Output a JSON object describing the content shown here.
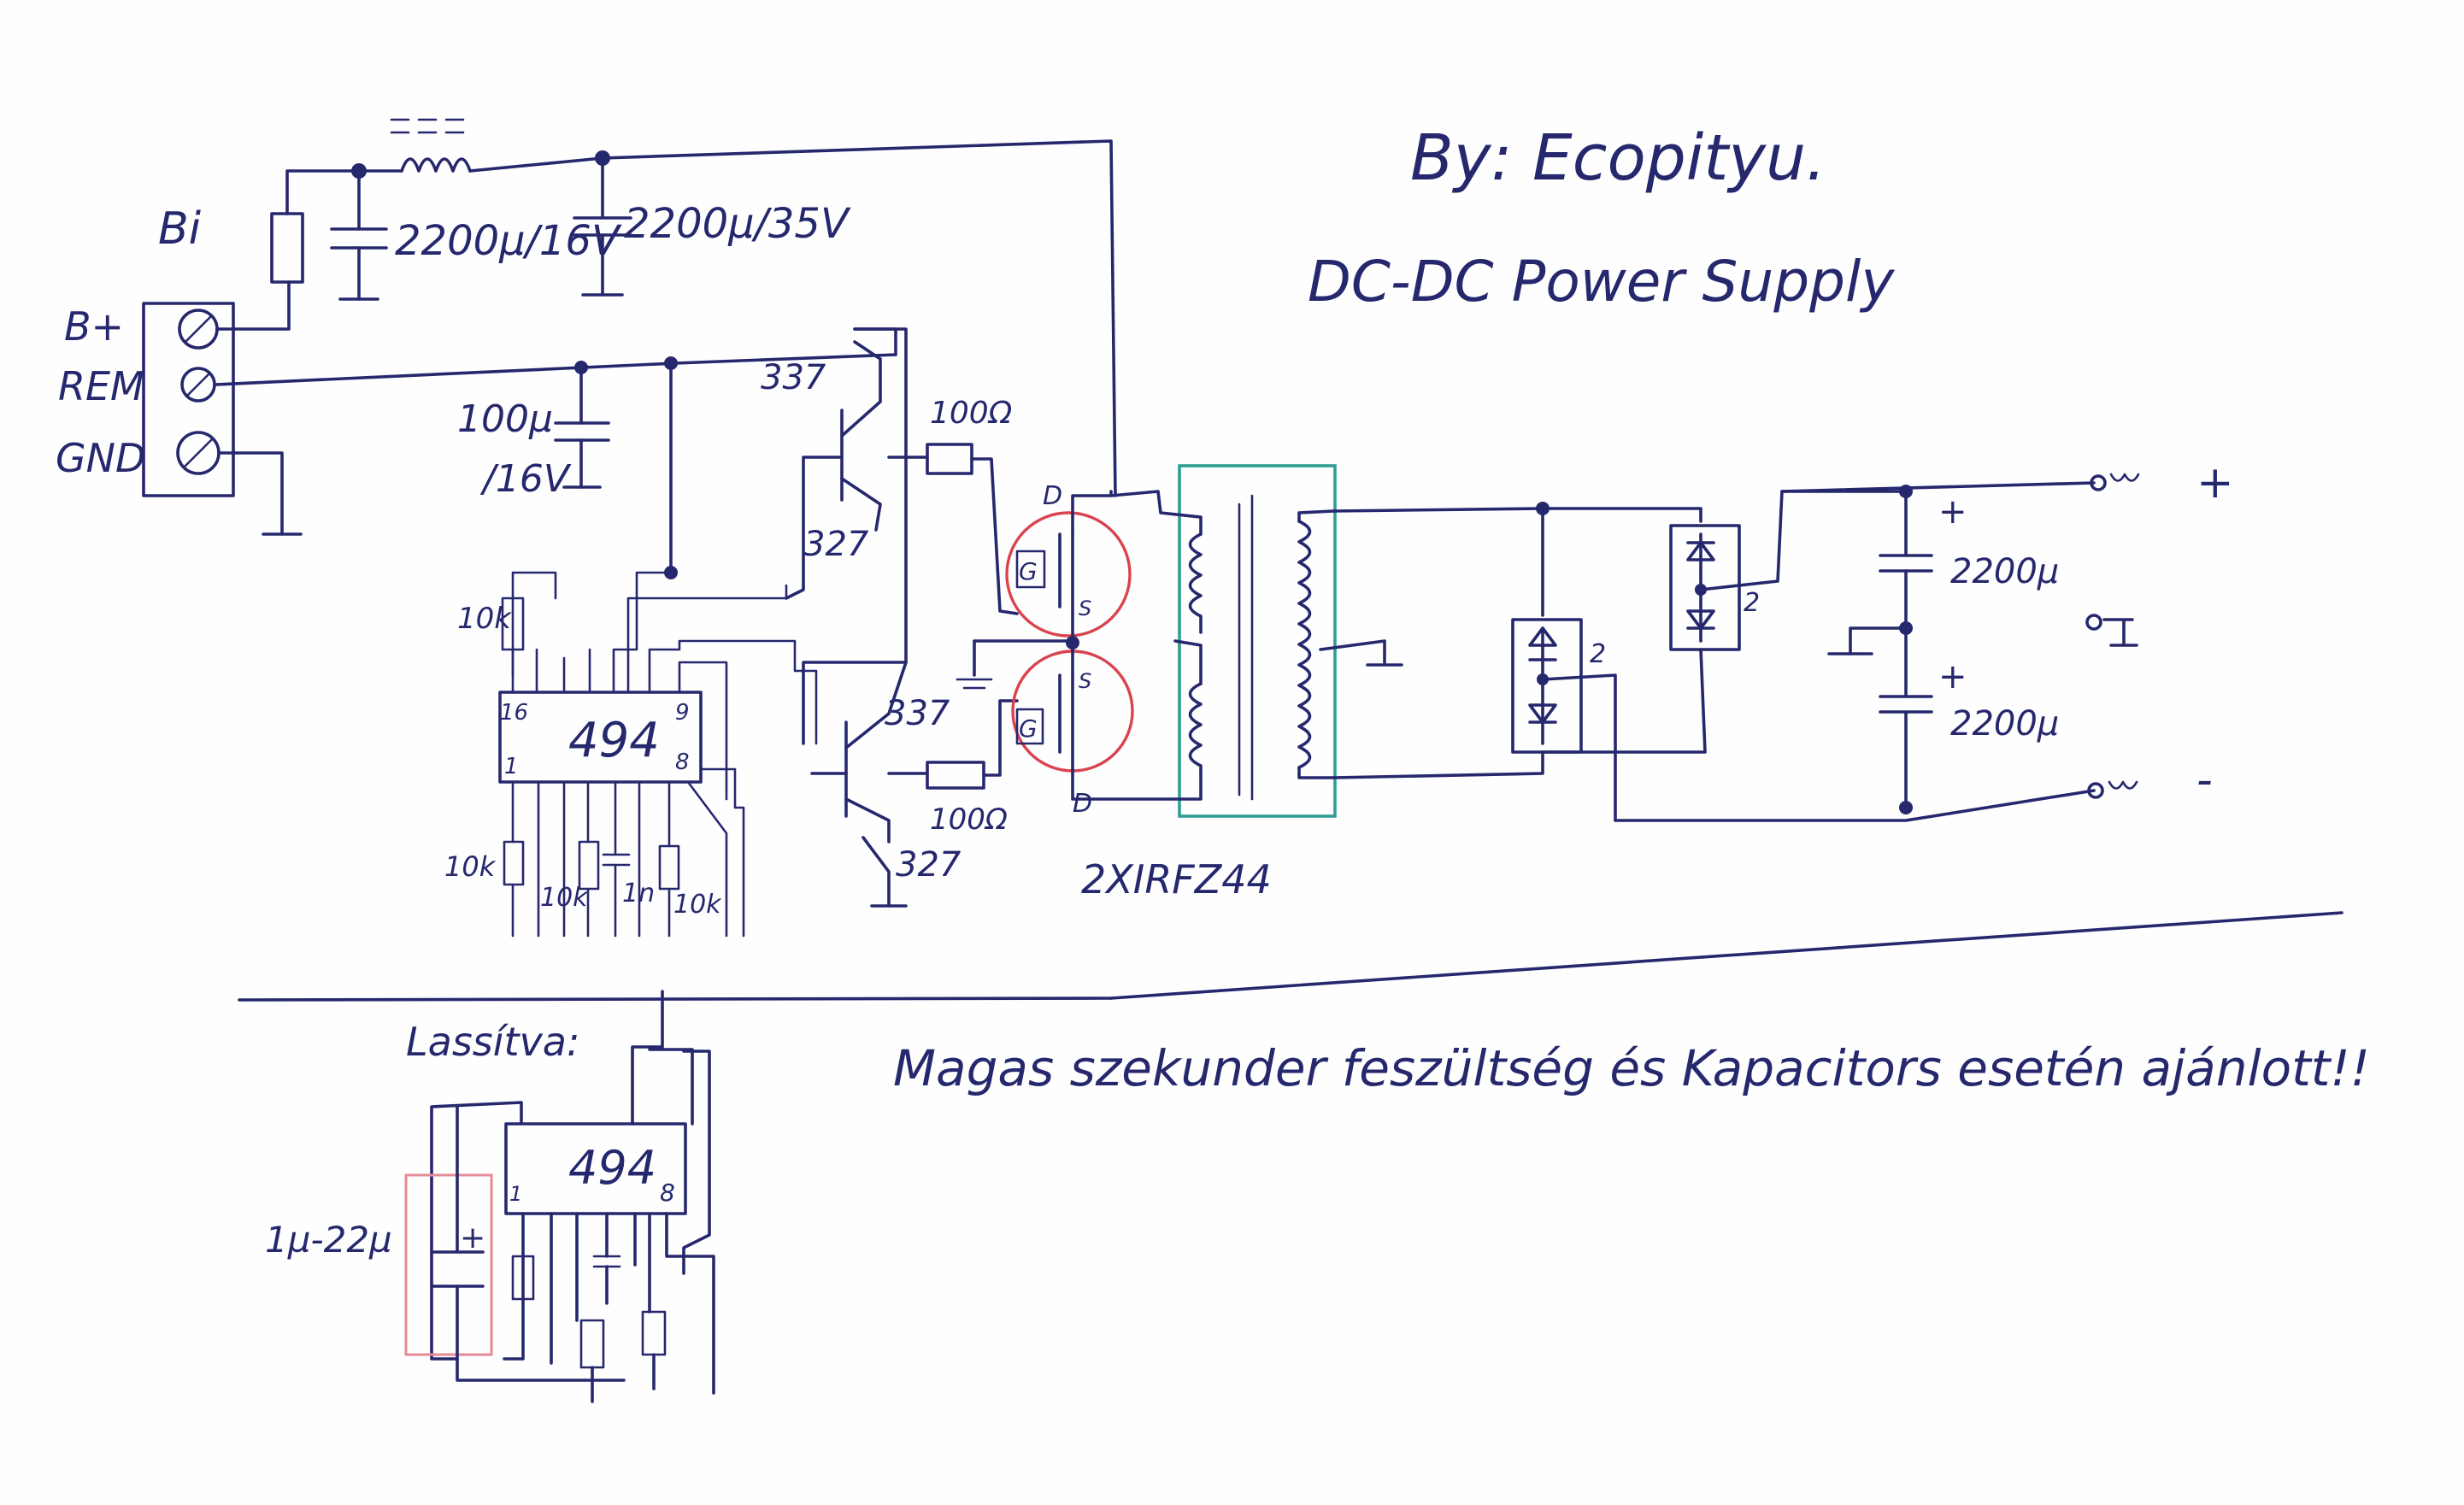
{
  "header": {
    "author": "By: Ecopityu.",
    "title": "DC-DC Power Supply"
  },
  "connector": {
    "pins": [
      "B+",
      "REM",
      "GND"
    ]
  },
  "labels": {
    "fuse": "Bi",
    "c_in1": "2200µ/16V",
    "c_in2": "2200µ/35V",
    "c_rem_val": "100µ",
    "c_rem_volt": "/16V",
    "q_npn_top": "337",
    "q_pnp_top": "327",
    "r_gate_top": "100Ω",
    "q_npn_bot": "337",
    "q_pnp_bot": "327",
    "r_gate_bot": "100Ω",
    "r_pin16": "10k",
    "ic_name": "494",
    "ic_pin16": "16",
    "ic_pin9": "9",
    "ic_pin1": "1",
    "ic_pin8": "8",
    "r_bot1": "10k",
    "r_bot2": "10k",
    "c_bot": "1n",
    "r_bot3": "10k",
    "mosfet_part": "2XIRFZ44",
    "gate_top": "G",
    "gate_bot": "G",
    "drain_top": "D",
    "drain_bot": "D",
    "source_top": "S",
    "source_bot": "S",
    "bridge1_pin": "2",
    "bridge2_pin": "2",
    "c_out1": "2200µ",
    "c_out2": "2200µ",
    "plus1": "+",
    "plus2": "+",
    "out_plus": "+",
    "out_minus": "-"
  },
  "softstart": {
    "title": "Lassítva:",
    "ic_name": "494",
    "pin1": "1",
    "pin8": "8",
    "cap": "1µ-22µ",
    "plus": "+"
  },
  "note": "Magas szekunder feszültség és Kapacitors esetén ajánlott!!",
  "colors": {
    "ink": "#26286e",
    "mosfet_circle": "#d9434e",
    "transformer_box": "#2e9e94",
    "softstart_box": "#e58a96"
  }
}
